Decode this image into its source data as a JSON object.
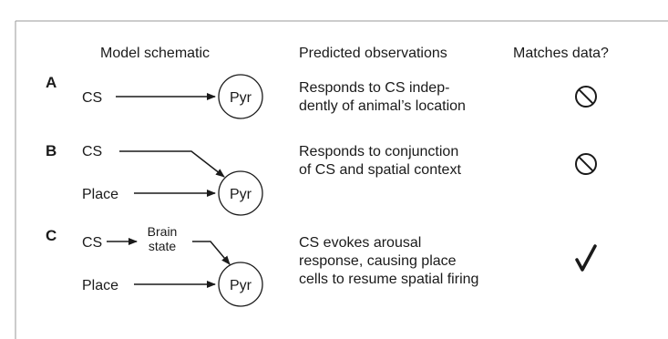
{
  "headers": {
    "model": "Model schematic",
    "predicted": "Predicted observations",
    "matches": "Matches data?"
  },
  "rows": [
    {
      "letter": "A",
      "inputs": [
        "CS"
      ],
      "node": "Pyr",
      "observation": [
        "Responds to CS indep-",
        "dently of animal’s location"
      ],
      "match_icon": "prohibited-icon",
      "matches": false
    },
    {
      "letter": "B",
      "inputs": [
        "CS",
        "Place"
      ],
      "node": "Pyr",
      "observation": [
        "Responds to conjunction",
        "of CS and spatial context"
      ],
      "match_icon": "prohibited-icon",
      "matches": false
    },
    {
      "letter": "C",
      "inputs": [
        "CS",
        "Place"
      ],
      "intermediate": [
        "Brain",
        "state"
      ],
      "node": "Pyr",
      "observation": [
        "CS evokes arousal",
        "response, causing place",
        "cells to resume spatial firing"
      ],
      "match_icon": "checkmark-icon",
      "matches": true
    }
  ],
  "colors": {
    "ink": "#1a1a1a",
    "frame": "#9a9a9a"
  }
}
